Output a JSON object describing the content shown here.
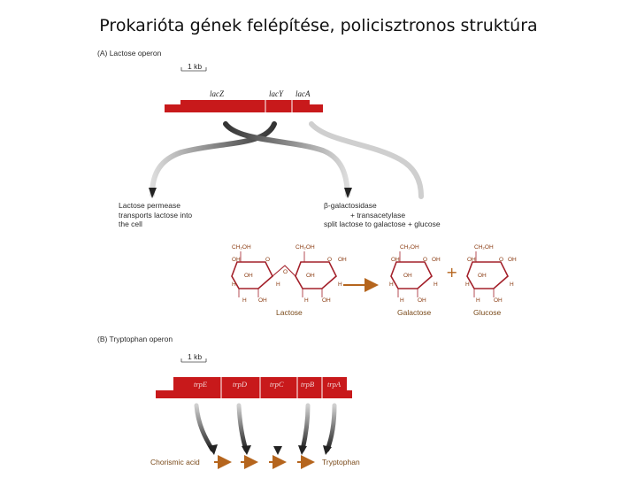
{
  "title": "Prokarióta gének felépítése, policisztronos struktúra",
  "colors": {
    "gene_bar": "#c8191b",
    "arrow_gray": "#555555",
    "ring": "#a3202a",
    "brown_arrow": "#b5651d",
    "chem_text": "#8a3a10"
  },
  "lac": {
    "panel_label": "(A) Lactose operon",
    "scale_label": "1 kb",
    "genes": [
      "lacZ",
      "lacY",
      "lacA"
    ],
    "left_text": [
      "Lactose permease",
      "transports lactose into",
      "the cell"
    ],
    "right_text": [
      "β-galactosidase",
      "+ transacetylase",
      "split lactose to galactose + glucose"
    ],
    "molecules": [
      "Lactose",
      "Galactose",
      "Glucose"
    ],
    "plus": "+",
    "chem": {
      "ch2oh": "CH₂OH",
      "oh": "OH",
      "h": "H",
      "o": "O"
    }
  },
  "trp": {
    "panel_label": "(B) Tryptophan operon",
    "scale_label": "1 kb",
    "genes": [
      "trpE",
      "trpD",
      "trpC",
      "trpB",
      "trpA"
    ],
    "start": "Chorismic acid",
    "end": "Tryptophan"
  }
}
